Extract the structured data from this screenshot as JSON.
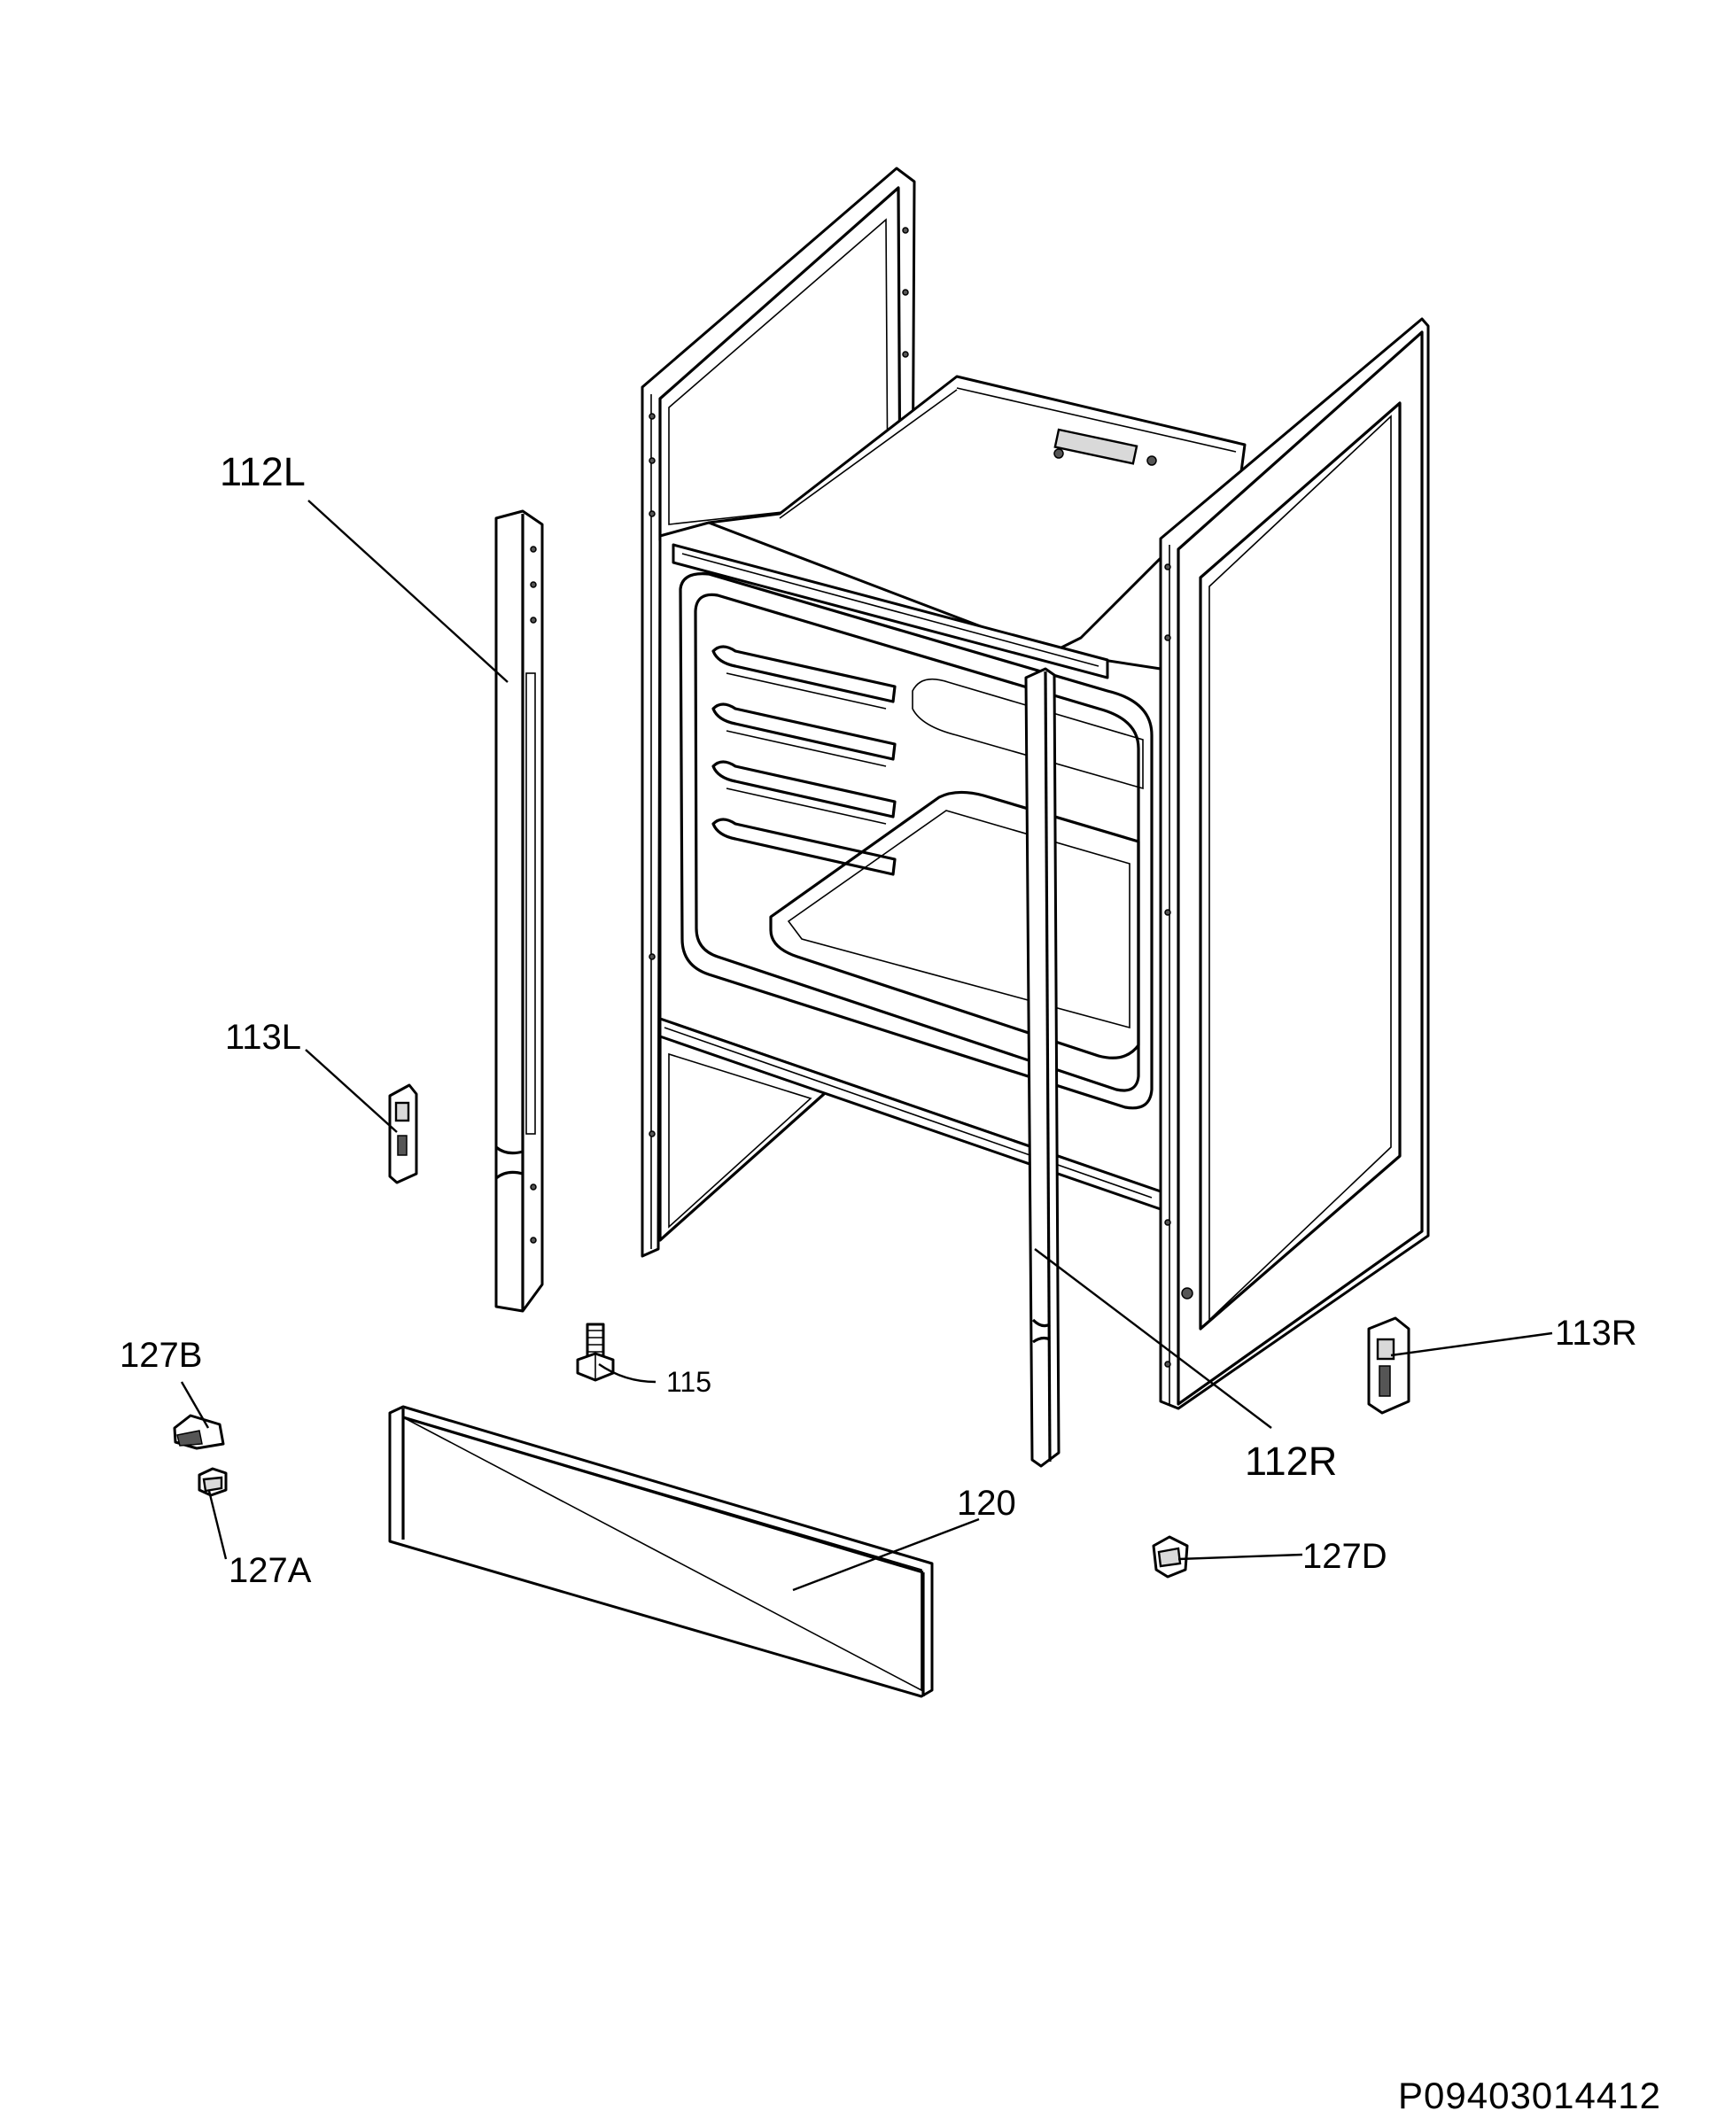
{
  "labels": {
    "l112L": "112L",
    "l113L": "113L",
    "l127B": "127B",
    "l127A": "127A",
    "l115": "115",
    "l120": "120",
    "l112R": "112R",
    "l113R": "113R",
    "l127D": "127D"
  },
  "drawing_code": "P09403014412"
}
